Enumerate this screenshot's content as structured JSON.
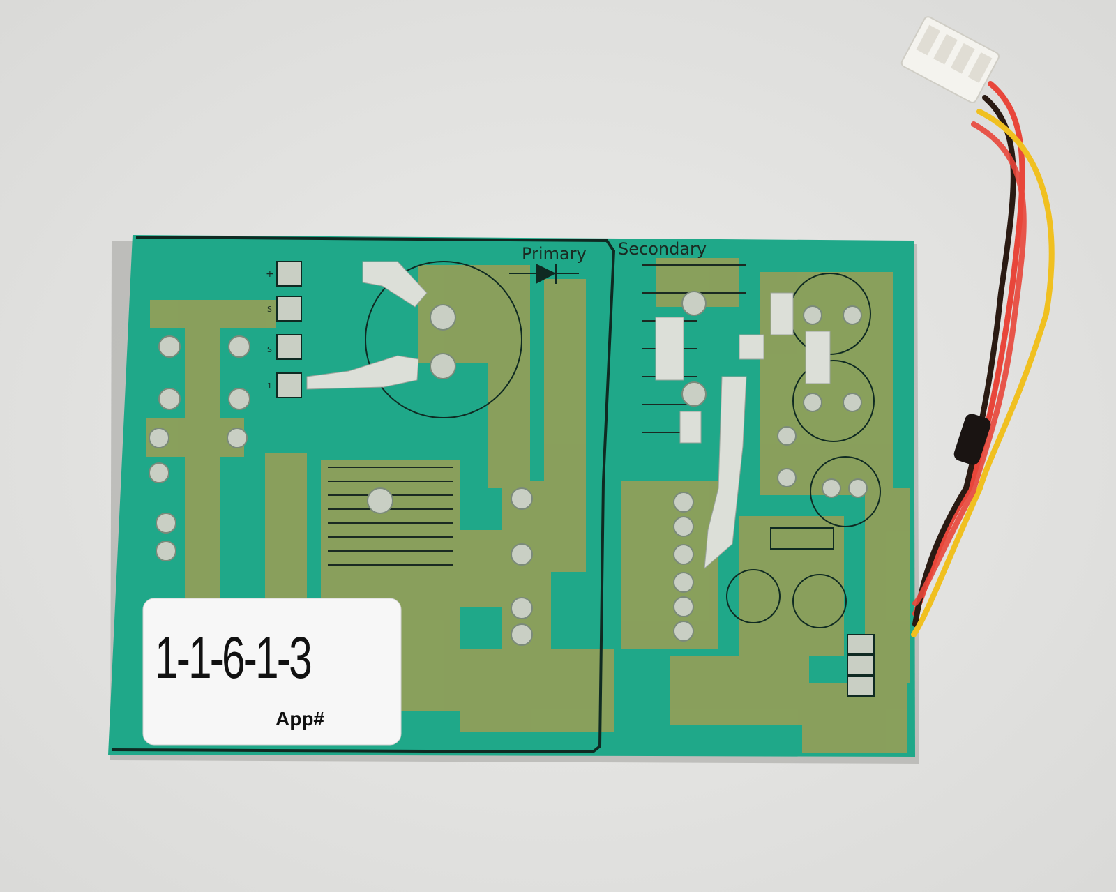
{
  "photo": {
    "subject": "circuit-board",
    "board": {
      "silkscreen": {
        "primary_label": "Primary",
        "secondary_label": "Secondary",
        "pin_marks": [
          "+",
          "S",
          "S",
          "1"
        ]
      },
      "colors": {
        "solder_mask": "#1fa889",
        "copper_trace": "#8f9f5a",
        "solder_pad": "#c9cfc4",
        "background": "#e6e6e4"
      }
    },
    "sticker": {
      "part_code": "1-1-6-1-3",
      "app_label": "App#"
    },
    "wires": {
      "colors": [
        "#e8463a",
        "#2a1a12",
        "#f0c020",
        "#e8463a"
      ]
    }
  }
}
